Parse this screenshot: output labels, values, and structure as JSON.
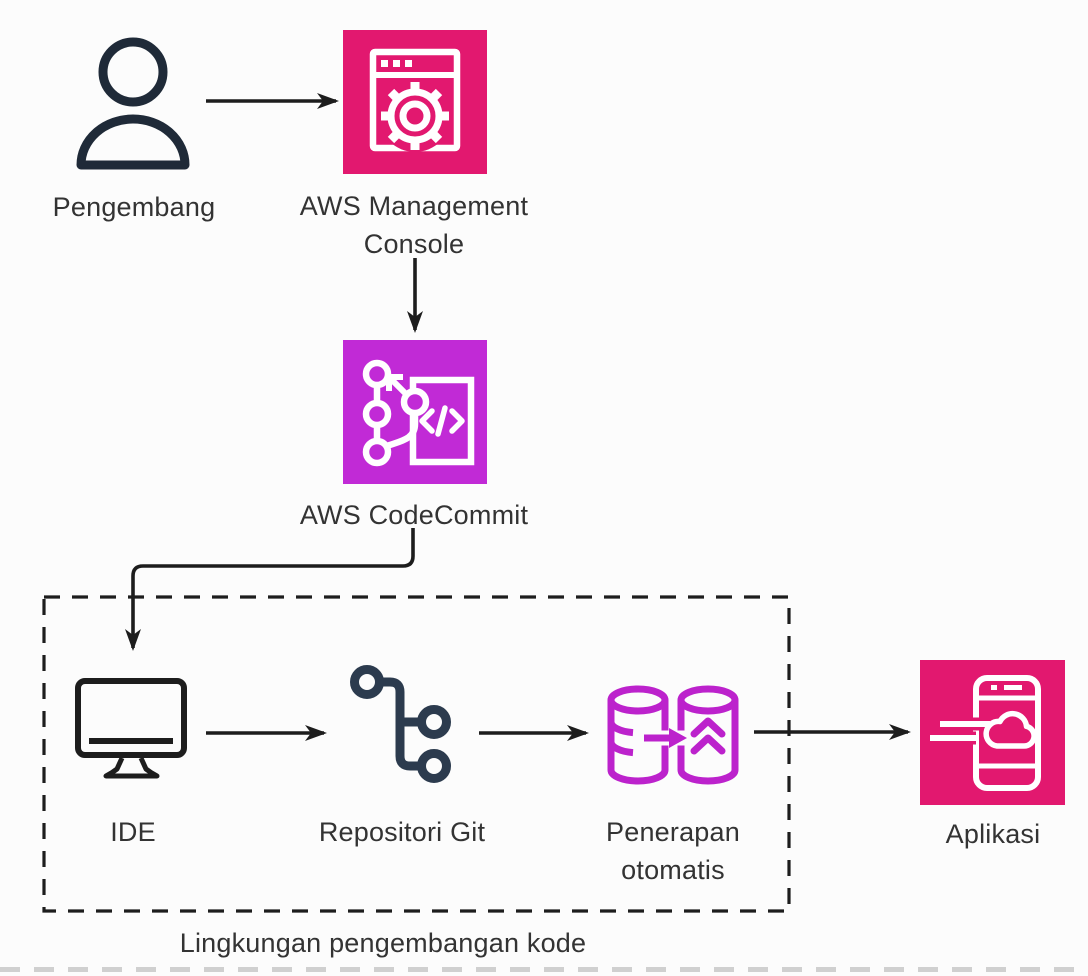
{
  "colors": {
    "bg": "#FCFCFC",
    "pink": "#E2186F",
    "purple": "#C12AD6",
    "magenta": "#BC22CC",
    "navy_person": "#1F2A38",
    "navy_git": "#2C3B4E",
    "ink": "#1D1D1D",
    "text": "#333333"
  },
  "nodes": {
    "developer": {
      "label": "Pengembang",
      "icon": "person-icon"
    },
    "console": {
      "label": "AWS Management Console",
      "icon": "browser-gear-icon"
    },
    "codecommit": {
      "label": "AWS CodeCommit",
      "icon": "git-commit-code-icon"
    },
    "ide": {
      "label": "IDE",
      "icon": "monitor-icon"
    },
    "git_repo": {
      "label": "Repositori Git",
      "icon": "git-branch-icon"
    },
    "auto_deploy": {
      "label": "Penerapan otomatis",
      "icon": "database-deploy-icon"
    },
    "app": {
      "label": "Aplikasi",
      "icon": "mobile-cloud-icon"
    }
  },
  "group": {
    "label": "Lingkungan pengembangan kode"
  },
  "edges": [
    {
      "from": "developer",
      "to": "console"
    },
    {
      "from": "console",
      "to": "codecommit"
    },
    {
      "from": "codecommit",
      "to": "ide"
    },
    {
      "from": "ide",
      "to": "git_repo"
    },
    {
      "from": "git_repo",
      "to": "auto_deploy"
    },
    {
      "from": "auto_deploy",
      "to": "app"
    }
  ]
}
